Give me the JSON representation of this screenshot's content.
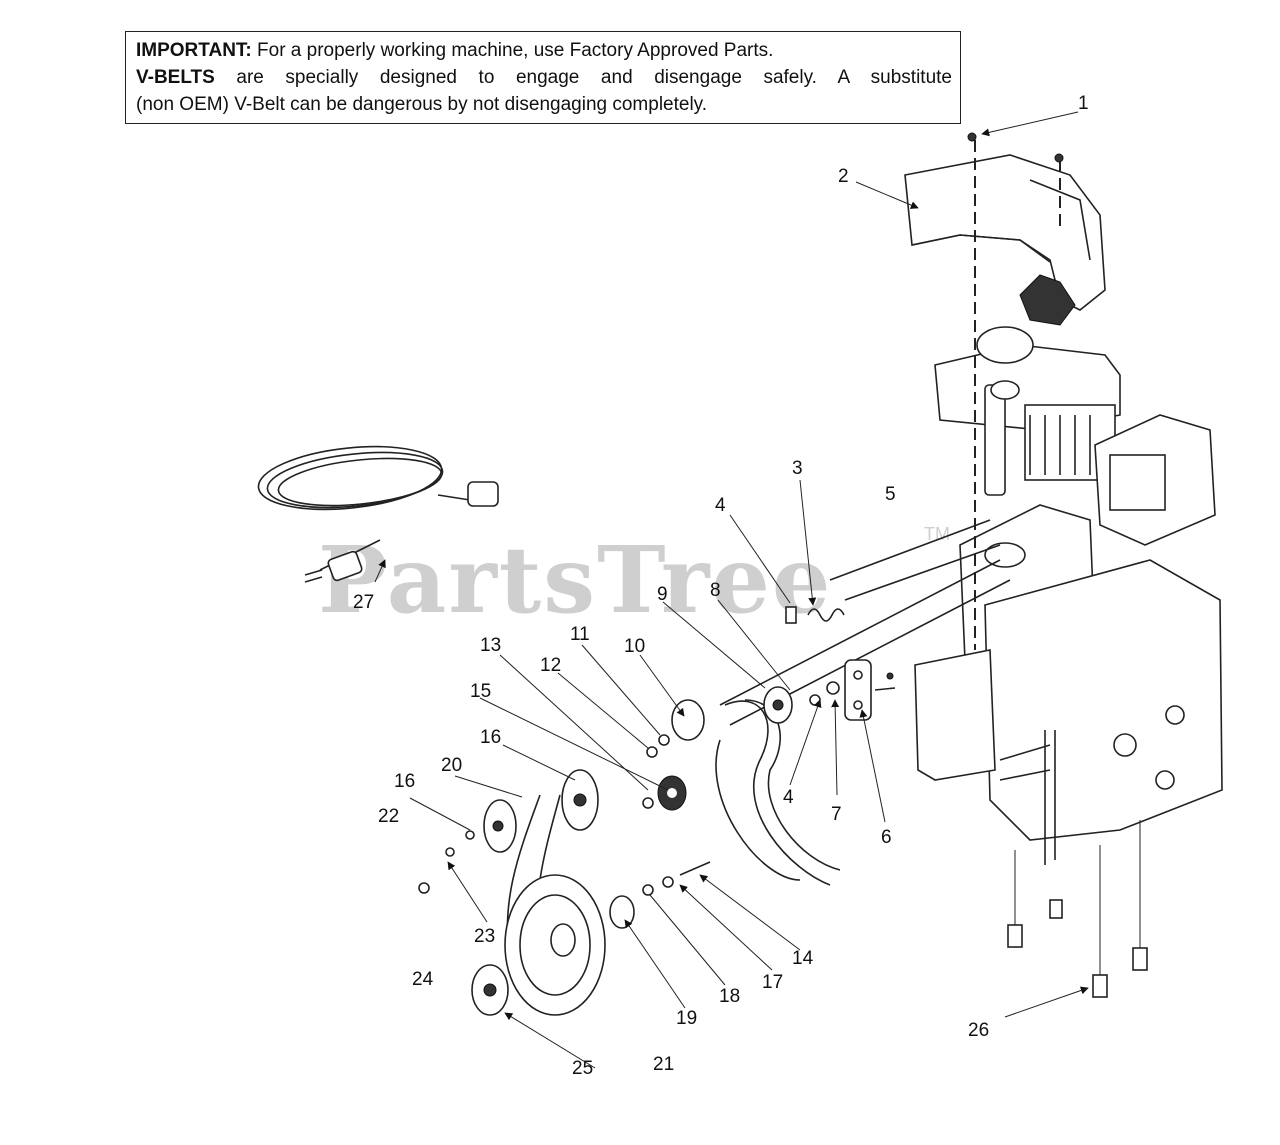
{
  "notice": {
    "important_label": "IMPORTANT:",
    "important_text": " For a properly  working machine, use Factory Approved Parts.",
    "vbelts_label": "V-BELTS",
    "vbelts_text": " are specially designed to engage and disengage safely.  A substitute",
    "line3": "(non OEM) V-Belt can be dangerous by not disengaging completely."
  },
  "watermark": {
    "brand": "PartsTree",
    "tm": "TM"
  },
  "callouts": {
    "c1": "1",
    "c2": "2",
    "c3": "3",
    "c4a": "4",
    "c4b": "4",
    "c5": "5",
    "c6": "6",
    "c7": "7",
    "c8": "8",
    "c9": "9",
    "c10": "10",
    "c11": "11",
    "c12": "12",
    "c13": "13",
    "c14": "14",
    "c15": "15",
    "c16a": "16",
    "c16b": "16",
    "c17": "17",
    "c18": "18",
    "c19": "19",
    "c20": "20",
    "c21": "21",
    "c22": "22",
    "c23": "23",
    "c24": "24",
    "c25": "25",
    "c26": "26",
    "c27": "27"
  }
}
